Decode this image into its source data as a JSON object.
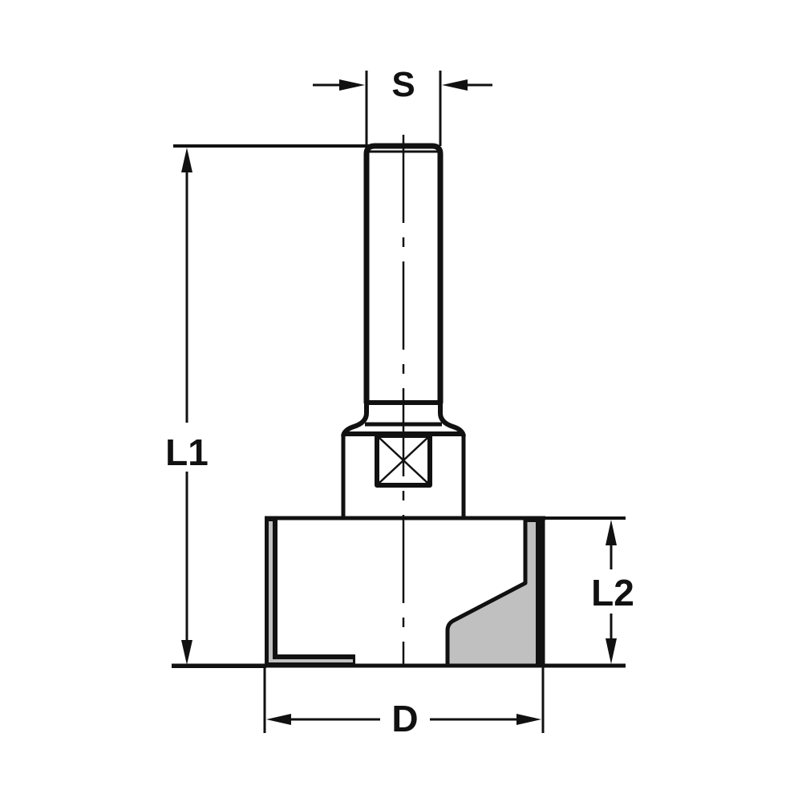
{
  "diagram": {
    "type": "technical-drawing",
    "subject": "router bit / cutter with shank",
    "colors": {
      "line": "#111111",
      "fill_cutter": "#c0c0c0",
      "background": "#ffffff"
    },
    "dimensions": {
      "shank_diameter": {
        "label": "S"
      },
      "overall_length": {
        "label": "L1"
      },
      "cutting_length": {
        "label": "L2"
      },
      "cutting_diameter": {
        "label": "D"
      }
    }
  }
}
